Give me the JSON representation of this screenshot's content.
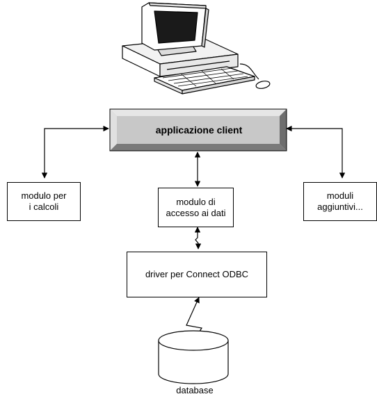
{
  "nodes": {
    "app_client": "applicazione client",
    "calc_module": "modulo per\ni calcoli",
    "data_access_module": "modulo di\naccesso ai dati",
    "addon_modules": "moduli\naggiuntivi...",
    "driver": "driver per Connect ODBC",
    "database": "database"
  },
  "icons": {
    "computer": "computer-icon",
    "database": "database-cylinder-icon"
  },
  "colors": {
    "app_face": "#c8c8c8",
    "app_bevel_light": "#e6e6e6",
    "app_bevel_dark": "#6e6e6e",
    "line": "#000000"
  }
}
